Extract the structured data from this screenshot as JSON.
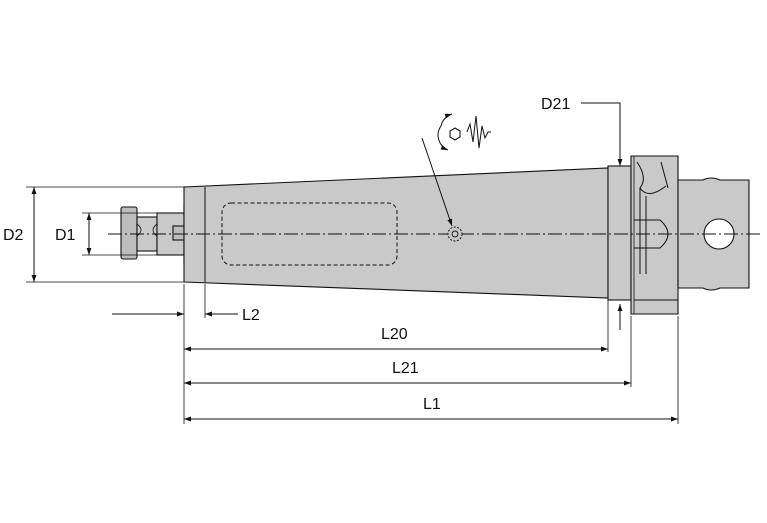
{
  "labels": {
    "d2": "D2",
    "d1": "D1",
    "d21": "D21",
    "l2": "L2",
    "l20": "L20",
    "l21": "L21",
    "l1": "L1"
  },
  "icons": {
    "adjustment": "hex-screw-rotation-vibration-icon"
  },
  "colors": {
    "body_fill": "#c9c9c9",
    "line": "#111111",
    "background": "#ffffff"
  }
}
